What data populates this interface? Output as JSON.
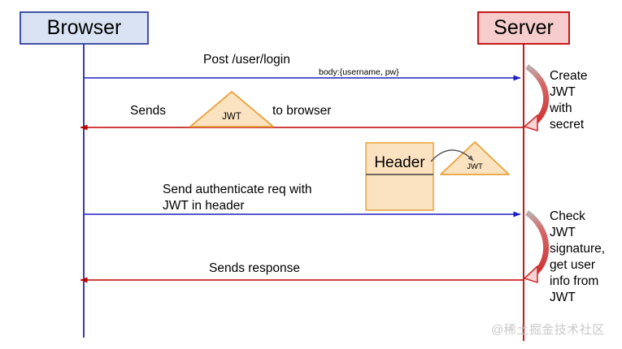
{
  "diagram": {
    "title": "JWT authentication sequence diagram",
    "colors": {
      "browser_fill": "#dae3f3",
      "browser_stroke": "#2f3f9e",
      "server_fill": "#f6cccc",
      "server_stroke": "#c00000",
      "request_arrow": "#1f1fc0",
      "response_arrow": "#c00000",
      "note_arrow": "#c9302c",
      "token_fill": "#fbe2c0",
      "token_stroke": "#e8a33d",
      "connector": "#595959",
      "watermark": "#c9c9c9"
    },
    "actors": [
      {
        "id": "browser",
        "label": "Browser"
      },
      {
        "id": "server",
        "label": "Server"
      }
    ],
    "messages": [
      {
        "id": "post-login",
        "label": "Post /user/login",
        "sublabel": "body:{username, pw}",
        "direction": "request"
      },
      {
        "id": "sends-jwt",
        "label_before": "Sends",
        "label_after": "to browser",
        "direction": "response"
      },
      {
        "id": "auth-req",
        "label_line1": "Send authenticate req with",
        "label_line2": "JWT in header",
        "direction": "request"
      },
      {
        "id": "sends-response",
        "label": "Sends response",
        "direction": "response"
      }
    ],
    "tokens": [
      {
        "id": "jwt-token-1",
        "label": "JWT"
      },
      {
        "id": "jwt-token-2",
        "label": "JWT"
      }
    ],
    "header_block": {
      "id": "header-box",
      "label": "Header"
    },
    "notes": [
      {
        "id": "create-jwt-note",
        "lines": [
          "Create",
          "JWT",
          "with",
          "secret"
        ]
      },
      {
        "id": "check-jwt-note",
        "lines": [
          "Check",
          "JWT",
          "signature,",
          "get user",
          "info from",
          "JWT"
        ]
      }
    ],
    "watermark": "@稀土掘金技术社区"
  }
}
